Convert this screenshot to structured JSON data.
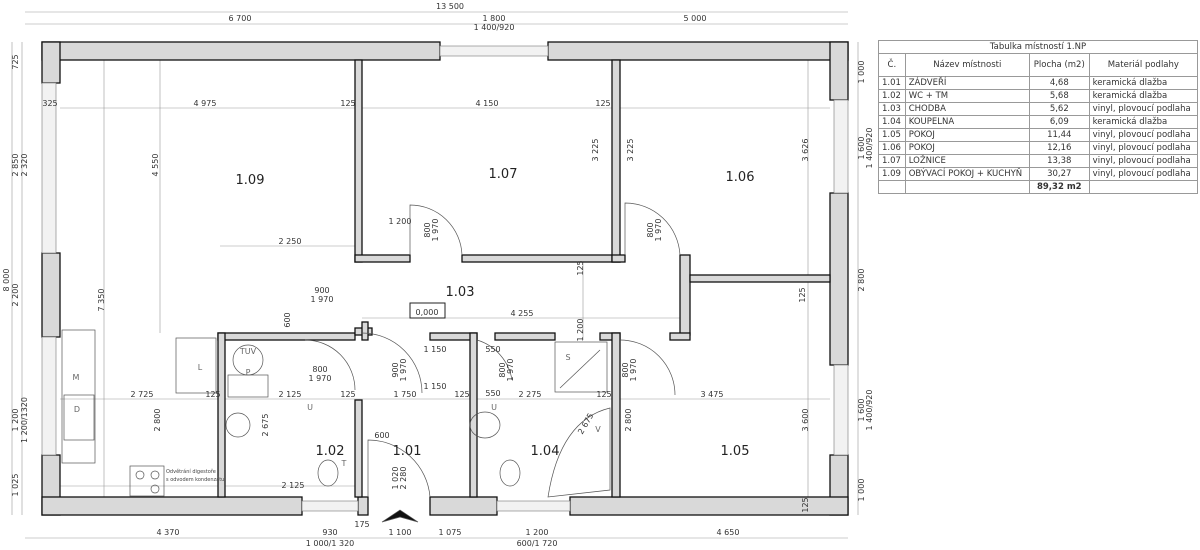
{
  "table": {
    "title": "Tabulka místností 1.NP",
    "headers": [
      "Č.",
      "Název místnosti",
      "Plocha (m2)",
      "Materiál podlahy"
    ],
    "rows": [
      {
        "no": "1.01",
        "name": "ZÁDVEŘÍ",
        "area": "4,68",
        "floor": "keramická dlažba"
      },
      {
        "no": "1.02",
        "name": "WC + TM",
        "area": "5,68",
        "floor": "keramická dlažba"
      },
      {
        "no": "1.03",
        "name": "CHODBA",
        "area": "5,62",
        "floor": "vinyl, plovoucí podlaha"
      },
      {
        "no": "1.04",
        "name": "KOUPELNA",
        "area": "6,09",
        "floor": "keramická dlažba"
      },
      {
        "no": "1.05",
        "name": "POKOJ",
        "area": "11,44",
        "floor": "vinyl, plovoucí podlaha"
      },
      {
        "no": "1.06",
        "name": "POKOJ",
        "area": "12,16",
        "floor": "vinyl, plovoucí podlaha"
      },
      {
        "no": "1.07",
        "name": "LOŽNICE",
        "area": "13,38",
        "floor": "vinyl, plovoucí podlaha"
      },
      {
        "no": "1.09",
        "name": "OBÝVACÍ POKOJ + KUCHYŇ",
        "area": "30,27",
        "floor": "vinyl, plovoucí podlaha"
      }
    ],
    "total": "89,32 m2"
  },
  "rooms": [
    "1.09",
    "1.07",
    "1.06",
    "1.03",
    "1.02",
    "1.01",
    "1.04",
    "1.05"
  ],
  "level_mark": "0,000",
  "fixtures": [
    "TUV",
    "P",
    "U",
    "T",
    "S",
    "V",
    "M",
    "D",
    "L",
    "U"
  ],
  "kitchen_note": [
    "Odvětrání digestoře",
    "s odvodem kondenzátu"
  ],
  "dimensions": {
    "top": [
      "13 500",
      "6 700",
      "1 800",
      "1 400/920",
      "5 000"
    ],
    "bottom": [
      "4 370",
      "930",
      "1 000/1 320",
      "175",
      "1 100",
      "1 075",
      "1 200",
      "600/1 720",
      "4 650"
    ],
    "left": [
      "725",
      "2 850",
      "2 320",
      "8 000",
      "2 200",
      "1 200",
      "1 200/1320",
      "1 025"
    ],
    "right": [
      "1 000",
      "1 600",
      "1 400/920",
      "2 800",
      "1 600",
      "1 400/920",
      "1 000"
    ],
    "interior": [
      "325",
      "4 975",
      "125",
      "4 150",
      "125",
      "3 225",
      "3 225",
      "3 626",
      "4 550",
      "7 350",
      "1 200",
      "800",
      "1 970",
      "800",
      "1 970",
      "2 250",
      "900",
      "1 970",
      "600",
      "4 255",
      "125",
      "1 200",
      "125",
      "800",
      "1 970",
      "900",
      "1 970",
      "1 150",
      "1 150",
      "550",
      "550",
      "800",
      "1 970",
      "800",
      "1 970",
      "2 725",
      "125",
      "2 125",
      "125",
      "1 750",
      "125",
      "2 275",
      "125",
      "3 475",
      "2 800",
      "2 675",
      "2 800",
      "3 600",
      "2 675",
      "600",
      "1 020",
      "2 280",
      "2 125",
      "125"
    ]
  }
}
